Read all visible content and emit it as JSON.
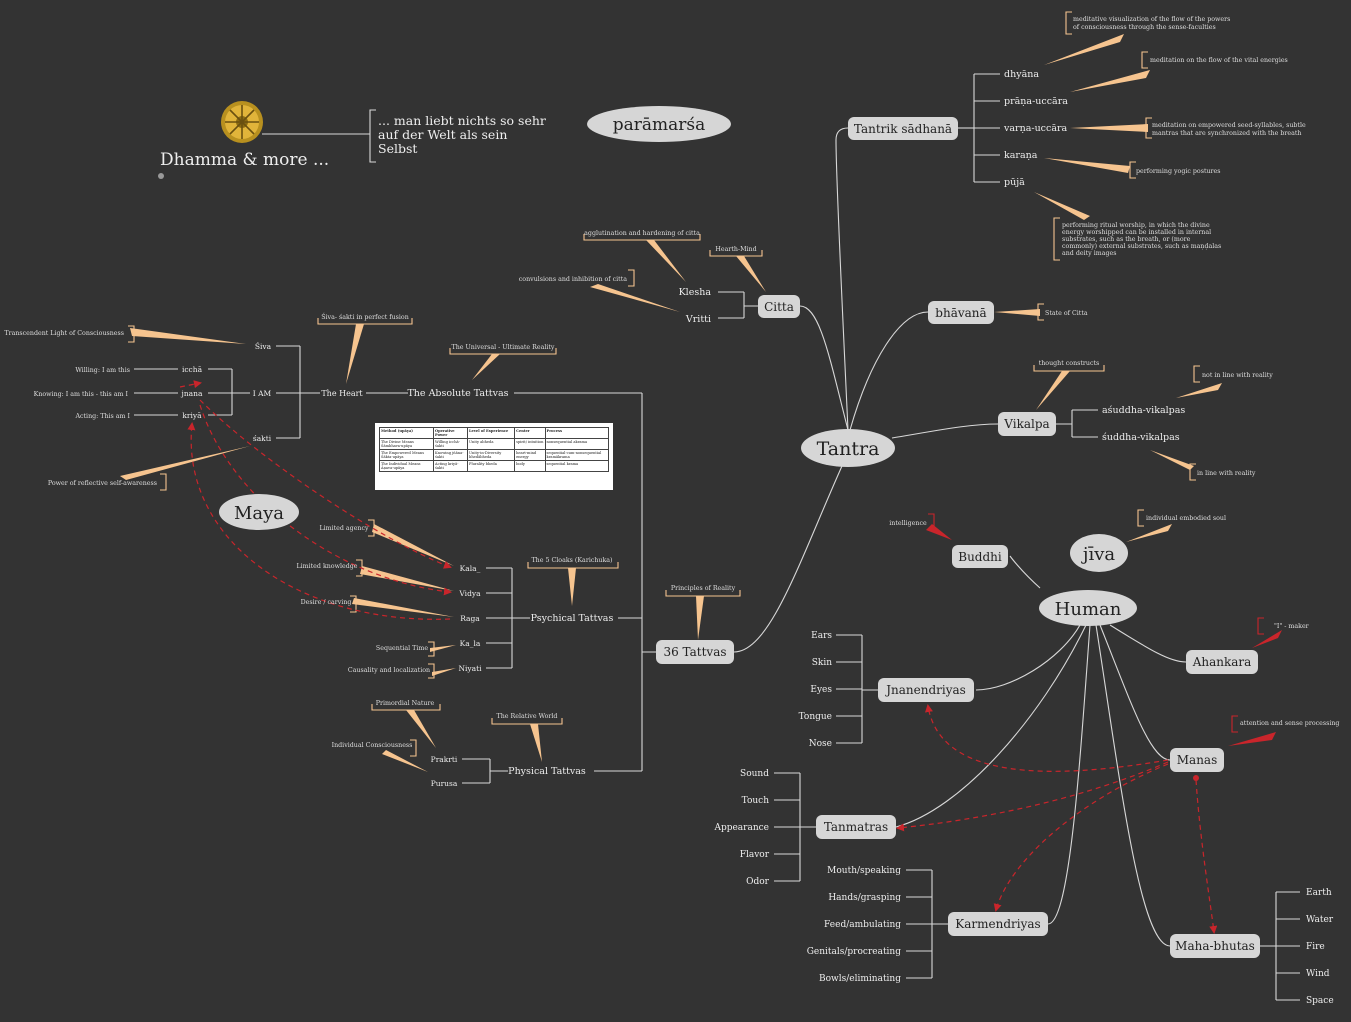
{
  "title": "Dhamma & more ...",
  "quote": "... man liebt nichts so sehr auf der Welt als sein Selbst",
  "table": {
    "headers": [
      "Method (upāya)",
      "Operative Power",
      "Level of Experience",
      "Center",
      "Process"
    ],
    "rows": [
      [
        "The Divine Means Śāmbhava-upāya",
        "Willing icchā-śakti",
        "Unity abheda",
        "spirit/ intuition",
        "nonsequential akrama"
      ],
      [
        "The Empowered Means Śākta-upāya",
        "Knowing jñāna-śakti",
        "Unity-in-Diversity bhedābheda",
        "heart-mind energy",
        "sequential-cum-nonsequential kramākrama"
      ],
      [
        "The Individual Means Āṇava-upāya",
        "Acting kriyā-śakti",
        "Plurality bheda",
        "body",
        "sequential krama"
      ]
    ]
  },
  "ellipses": {
    "paramarsa": "parāmarśa",
    "tantra": "Tantra",
    "maya": "Maya",
    "jiva": "jīva",
    "human": "Human"
  },
  "nodes": {
    "tantrik_sadhana": "Tantrik sādhanā",
    "bhavana": "bhāvanā",
    "citta": "Citta",
    "vikalpa": "Vikalpa",
    "tattvas36": "36 Tattvas",
    "buddhi": "Buddhi",
    "ahankara": "Ahankara",
    "manas": "Manas",
    "jnanendriyas": "Jnanendriyas",
    "tanmatras": "Tanmatras",
    "karmendriyas": "Karmendriyas",
    "mahabhutas": "Maha-bhutas"
  },
  "sadhana_items": [
    "dhyāna",
    "prāṇa-uccāra",
    "varṇa-uccāra",
    "karaṇa",
    "pūjā"
  ],
  "sadhana_notes": [
    "meditative visualization of the flow of the powers",
    "of consciousness through the sense-faculties",
    "meditation on the flow of the vital energies",
    "meditation on empowered seed-syllables, subtle",
    "mantras that are synchronized with the breath",
    "performing yogic postures",
    "performing ritual worship, in which the divine",
    "energy worshipped can be installed in internal",
    "substrates, such as the breath, or (more",
    "commonly) external substrates, such as maṇḍalas",
    "and deity images"
  ],
  "bhavana_note": "State of Citta",
  "citta_items": [
    "Klesha",
    "Vritti"
  ],
  "citta_notes": {
    "agglutination": "agglutination and hardening of citta",
    "hearth": "Hearth-Mind",
    "convulsions": "convulsions and inhibition of citta"
  },
  "vikalpa_items": [
    "aśuddha-vikalpas",
    "śuddha-vikalpas"
  ],
  "vikalpa_notes": {
    "thought": "thought constructs",
    "notin": "not in line with reality",
    "inline": "in line with reality"
  },
  "tattva": {
    "absolute": "The Absolute Tattvas",
    "universal": "The Universal - Ultimate Reality",
    "heart": "The Heart",
    "fusion": "Śiva- śakti in perfect fusion",
    "siva": "Śiva",
    "iam": "I AM",
    "sakti": "śakti",
    "iccha": "icchā",
    "jnana": "jnana",
    "kriya": "kriyā",
    "willing": "Willing: I am this",
    "knowing": "Knowing: I am this - this am I",
    "acting": "Acting: This am I",
    "transcendent": "Transcendent Light of Consciousness",
    "reflective": "Power of reflective self-awareness",
    "psychical": "Psychical Tattvas",
    "cloaks": "The 5 Cloaks (Karichuka)",
    "kala1": "Kala_",
    "vidya": "Vidya",
    "raga": "Raga",
    "kala2": "Ka_la",
    "niyati": "Niyati",
    "limited_agency": "Limited agency",
    "limited_knowledge": "Limited knowledge",
    "desire": "Desire / carving",
    "sequential_time": "Sequential Time",
    "causality": "Causality and localization",
    "physical": "Physical Tattvas",
    "relative": "The Relative World",
    "prakrti": "Prakrti",
    "purusa": "Purusa",
    "primordial": "Primordial Nature",
    "individual_consciousness": "Individual Consciousness",
    "principles": "Principles of Reality"
  },
  "human_notes": {
    "intelligence": "intelligence",
    "embodied": "individual embodied soul",
    "imaker": "\"I\" - maker",
    "attention": "attention and sense processing"
  },
  "senses": [
    "Ears",
    "Skin",
    "Eyes",
    "Tongue",
    "Nose"
  ],
  "tanmatra_items": [
    "Sound",
    "Touch",
    "Appearance",
    "Flavor",
    "Odor"
  ],
  "karmendriya_items": [
    "Mouth/speaking",
    "Hands/grasping",
    "Feed/ambulating",
    "Genitals/procreating",
    "Bowls/eliminating"
  ],
  "elements": [
    "Earth",
    "Water",
    "Fire",
    "Wind",
    "Space"
  ],
  "colors": {
    "background": "#333333",
    "node": "#d6d6d6",
    "callout": "#f6c48f",
    "relation": "#c9252b"
  },
  "icons": [
    "dharma-wheel-icon"
  ]
}
